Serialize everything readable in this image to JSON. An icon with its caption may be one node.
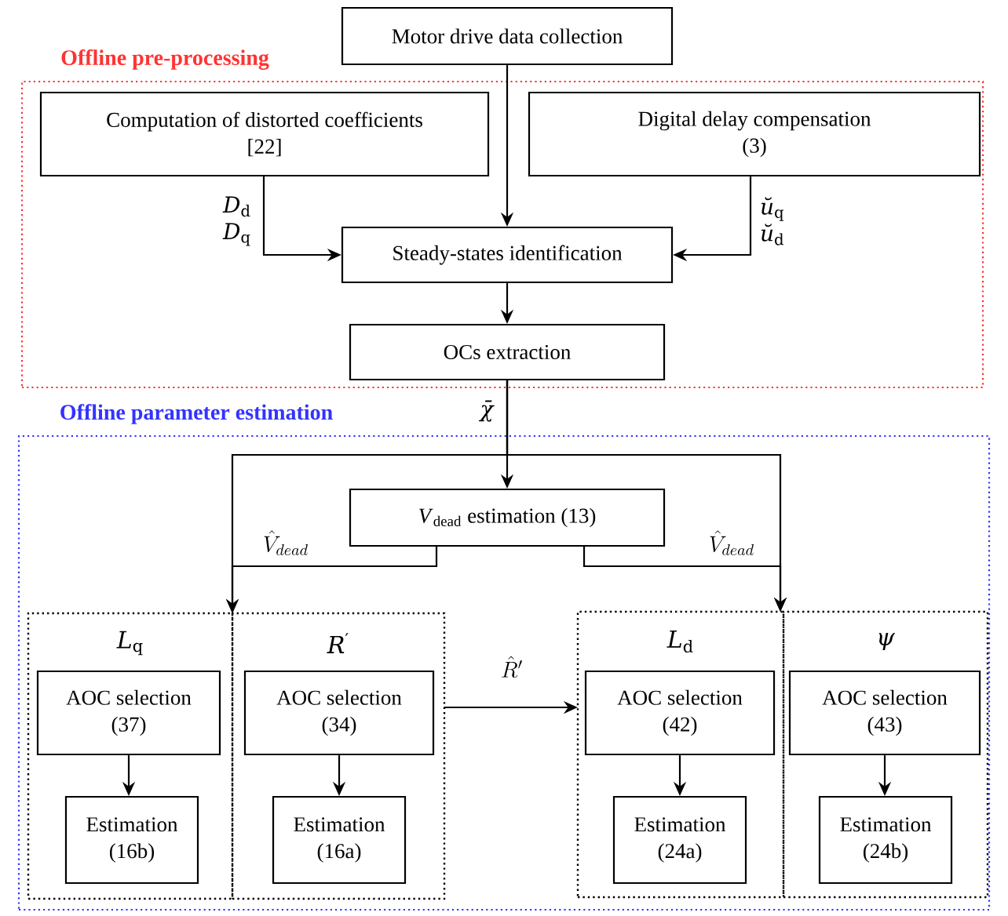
{
  "diagram": {
    "nodes": [
      {
        "text": [
          "Offline pre-processing"
        ]
      },
      {
        "text": [
          "Motor drive data collection"
        ]
      },
      {
        "text": [
          "Computation of distorted coefficients",
          "[22]"
        ],
        "in": 0
      },
      {
        "text": [
          "Digital delay compensation",
          "(3)"
        ],
        "in": 0
      },
      {
        "text": [
          "Steady-states identification"
        ],
        "in": 0
      },
      {
        "text": [
          "OCs extraction"
        ],
        "in": 0
      },
      {
        "text": [
          "Offline parameter estimation"
        ]
      },
      {
        "text": [
          "*V*$_{dead}$ estimation (13)"
        ],
        "in": 6
      },
      {
        "text": [
          "*L*$_{q}$"
        ],
        "in": 6
      },
      {
        "text": [
          "AOC selection",
          "(37)"
        ],
        "in": 8
      },
      {
        "text": [
          "Estimation",
          "(16b)"
        ],
        "in": 8
      },
      {
        "text": [
          "*R*$^{′}$"
        ],
        "in": 6
      },
      {
        "text": [
          "AOC selection",
          "(34)"
        ],
        "in": 11
      },
      {
        "text": [
          "Estimation",
          "(16a)"
        ],
        "in": 11
      },
      {
        "text": [
          "*L*$_{d}$"
        ],
        "in": 6
      },
      {
        "text": [
          "AOC selection",
          "(42)"
        ],
        "in": 14
      },
      {
        "text": [
          "Estimation",
          "(24a)"
        ],
        "in": 14
      },
      {
        "text": [
          "*ψ*"
        ],
        "in": 6
      },
      {
        "text": [
          "AOC selection",
          "(43)"
        ],
        "in": 17
      },
      {
        "text": [
          "Estimation",
          "(24b)"
        ],
        "in": 17
      }
    ],
    "edges": [
      {
        "from": 1,
        "to": 4,
        "arrow": "to"
      },
      {
        "from": 2,
        "to": 4,
        "arrow": "to",
        "label": "*D*$_{d}$ *D*$_{q}$"
      },
      {
        "from": 3,
        "to": 4,
        "arrow": "to",
        "label": "*ŭ*$_{q}$ *ŭ*$_{d}$"
      },
      {
        "from": 4,
        "to": 5,
        "arrow": "to"
      },
      {
        "from": 5,
        "to": 7,
        "arrow": "to",
        "label": "*χ̄*"
      },
      {
        "from": 5,
        "to": 8,
        "arrow": "to"
      },
      {
        "from": 7,
        "to": 8,
        "arrow": "to",
        "label": "\\hat{V}_{dead}"
      },
      {
        "from": 5,
        "to": 14,
        "arrow": "to"
      },
      {
        "from": 7,
        "to": 14,
        "arrow": "to",
        "label": "\\hat{V}_{dead}"
      },
      {
        "from": 9,
        "to": 10,
        "arrow": "to"
      },
      {
        "from": 12,
        "to": 13,
        "arrow": "to"
      },
      {
        "from": 11,
        "to": 14,
        "arrow": "to",
        "label": "\\hat{R}^{\\prime}"
      },
      {
        "from": 15,
        "to": 16,
        "arrow": "to"
      },
      {
        "from": 18,
        "to": 19,
        "arrow": "to"
      }
    ]
  }
}
